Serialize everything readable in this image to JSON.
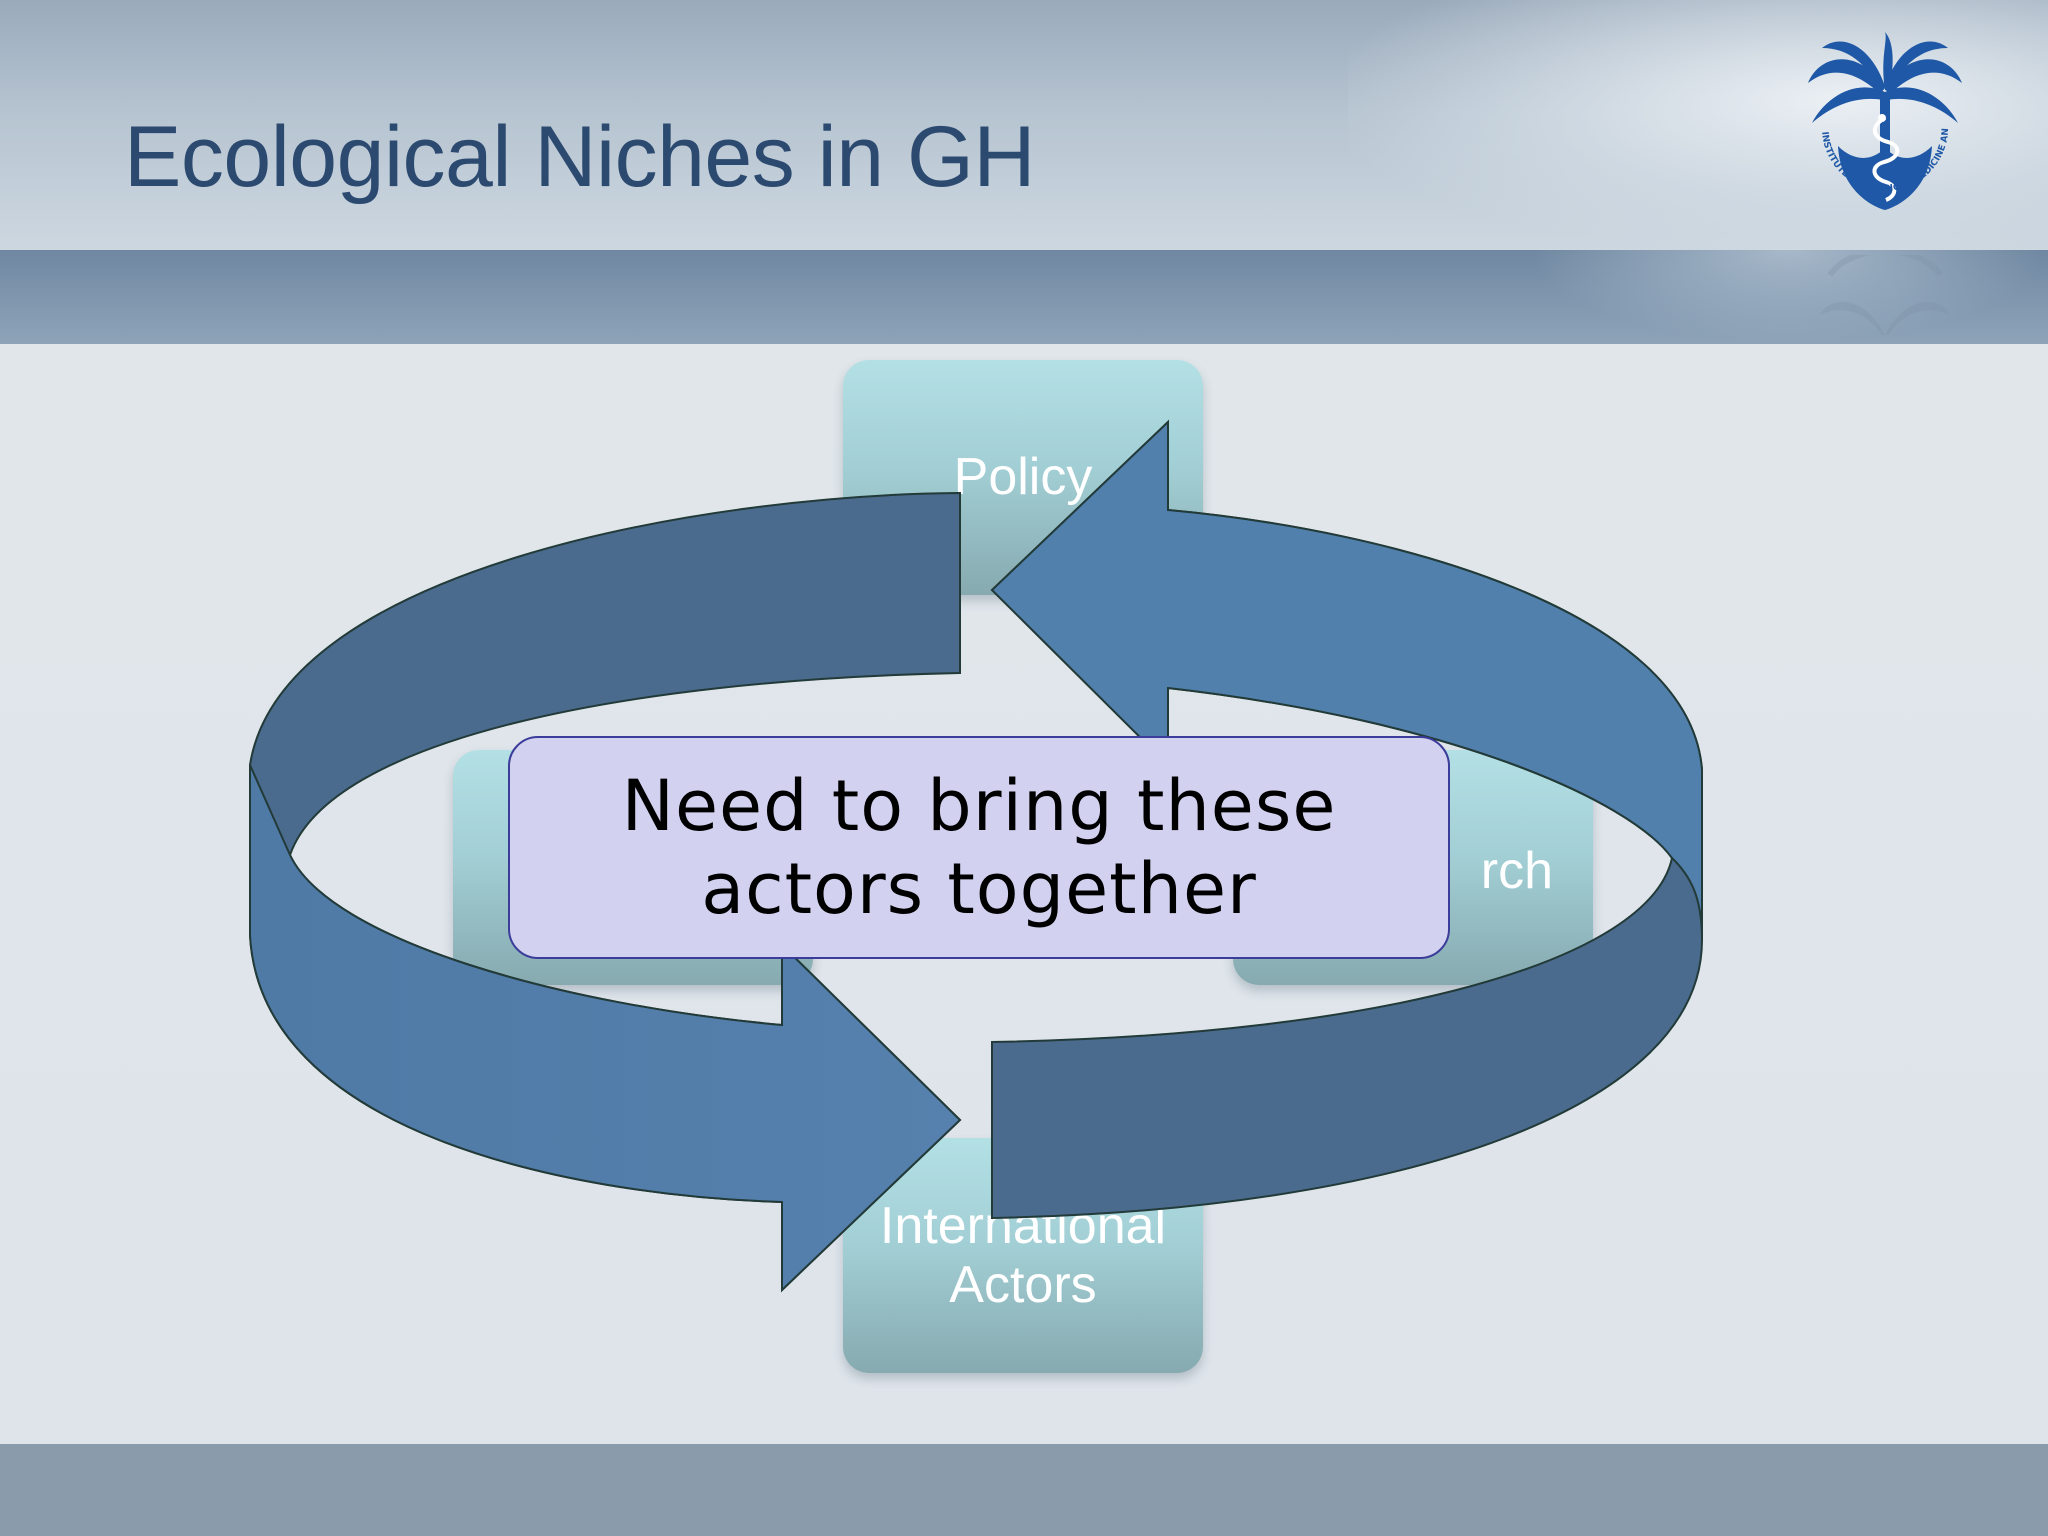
{
  "slide": {
    "title": "Ecological Niches in GH"
  },
  "logo": {
    "name": "palm-tree-logo",
    "text": "INSTITUTE OF TROPICAL MEDICINE ANTWERP",
    "color": "#1f58a6"
  },
  "diagram": {
    "nodes": {
      "top": "Policy",
      "left": "",
      "right": "rch",
      "bottom_line1": "International",
      "bottom_line2": "Actors"
    },
    "callout": {
      "line1": "Need to bring these",
      "line2": "actors together"
    }
  },
  "colors": {
    "title": "#2c4a70",
    "node_fill": "#a6d4da",
    "arrow_front": "#5280ad",
    "arrow_back": "#4a6c8f",
    "callout_fill": "#d2d2f0",
    "callout_border": "#3c3c9a"
  }
}
